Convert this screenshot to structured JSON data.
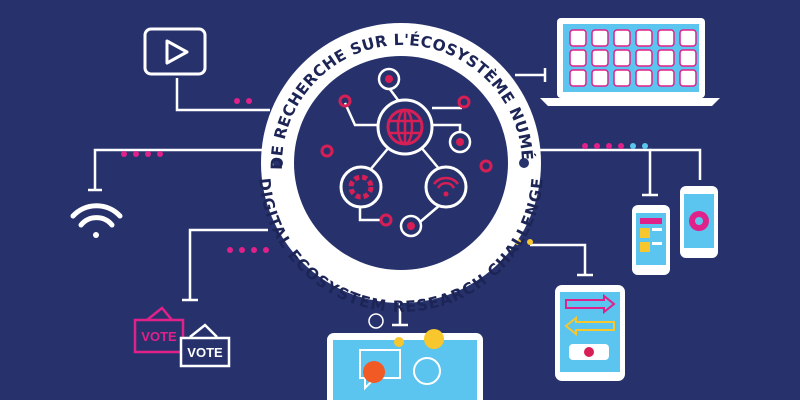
{
  "badge": {
    "top_text": "DÉFI DE RECHERCHE SUR L'ÉCOSYSTÈME NUMÉRIQUE",
    "bottom_text": "DIGITAL ECOSYSTEM RESEARCH CHALLENGE"
  },
  "vote_boxes": {
    "back_label": "VOTE",
    "front_label": "VOTE"
  },
  "colors": {
    "background": "#27326d",
    "magenta": "#e0218a",
    "crimson": "#d81f55",
    "light_blue": "#5bc4ef",
    "yellow": "#f8c62d",
    "white": "#ffffff"
  }
}
